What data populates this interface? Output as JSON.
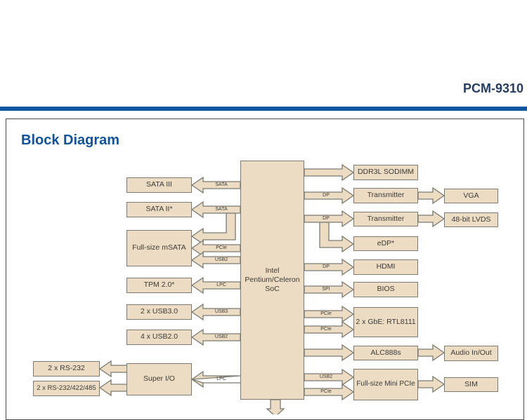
{
  "header": {
    "product_title": "PCM-9310"
  },
  "section": {
    "title": "Block Diagram"
  },
  "colors": {
    "accent_rule_blue": "#0e56a0",
    "section_title_blue": "#10529b",
    "header_navy": "#253d62",
    "box_fill": "#ecdcc3",
    "box_border": "#7b7a71",
    "box_text": "#3c3b37"
  },
  "diagram": {
    "soc_label": "Intel\nPentium/Celeron\nSoC",
    "boxes": [
      {
        "label": "SATA III"
      },
      {
        "label": "SATA II*"
      },
      {
        "label": "Full-size mSATA"
      },
      {
        "label": "TPM 2.0*"
      },
      {
        "label": "2 x USB3.0"
      },
      {
        "label": "4 x USB2.0"
      },
      {
        "label": "Super I/O"
      },
      {
        "label": "2 x RS-232"
      },
      {
        "label": "2 x RS-232/422/485"
      },
      {
        "label": "DDR3L SODIMM"
      },
      {
        "label": "Transmitter"
      },
      {
        "label": "Transmitter"
      },
      {
        "label": "eDP*"
      },
      {
        "label": "HDMI"
      },
      {
        "label": "BIOS"
      },
      {
        "label": "2 x GbE: RTL8111"
      },
      {
        "label": "ALC888s"
      },
      {
        "label": "Full-size Mini PCIe"
      },
      {
        "label": "VGA"
      },
      {
        "label": "48-bit LVDS"
      },
      {
        "label": "Audio In/Out"
      },
      {
        "label": "SIM"
      }
    ],
    "bus_labels": [
      {
        "text": "SATA"
      },
      {
        "text": "SATA"
      },
      {
        "text": "PCIe"
      },
      {
        "text": "USB2"
      },
      {
        "text": "LPC"
      },
      {
        "text": "USB3"
      },
      {
        "text": "USB2"
      },
      {
        "text": "LPC"
      },
      {
        "text": "DP"
      },
      {
        "text": "DP"
      },
      {
        "text": "DP"
      },
      {
        "text": "SPI"
      },
      {
        "text": "PCIe"
      },
      {
        "text": "PCIe"
      },
      {
        "text": "USB2"
      },
      {
        "text": "PCIe"
      }
    ]
  }
}
